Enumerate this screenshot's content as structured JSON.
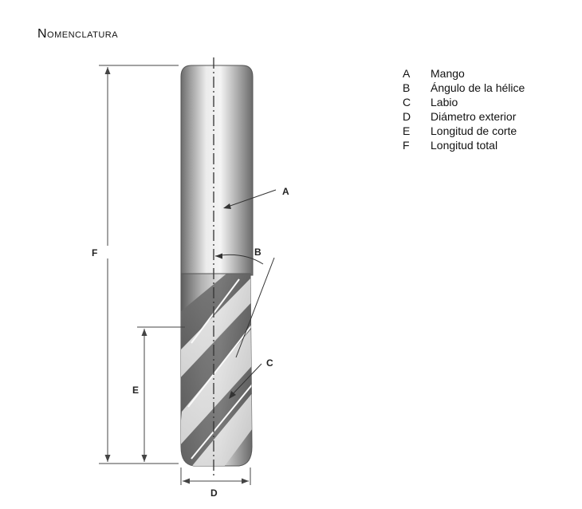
{
  "title": "Nomenclatura",
  "legend": [
    {
      "key": "A",
      "text": "Mango"
    },
    {
      "key": "B",
      "text": "Ángulo de la hélice"
    },
    {
      "key": "C",
      "text": "Labio"
    },
    {
      "key": "D",
      "text": "Diámetro exterior"
    },
    {
      "key": "E",
      "text": "Longitud de corte"
    },
    {
      "key": "F",
      "text": "Longitud total"
    }
  ],
  "labels": {
    "a": "A",
    "b": "B",
    "c": "C",
    "d": "D",
    "e": "E",
    "f": "F"
  }
}
